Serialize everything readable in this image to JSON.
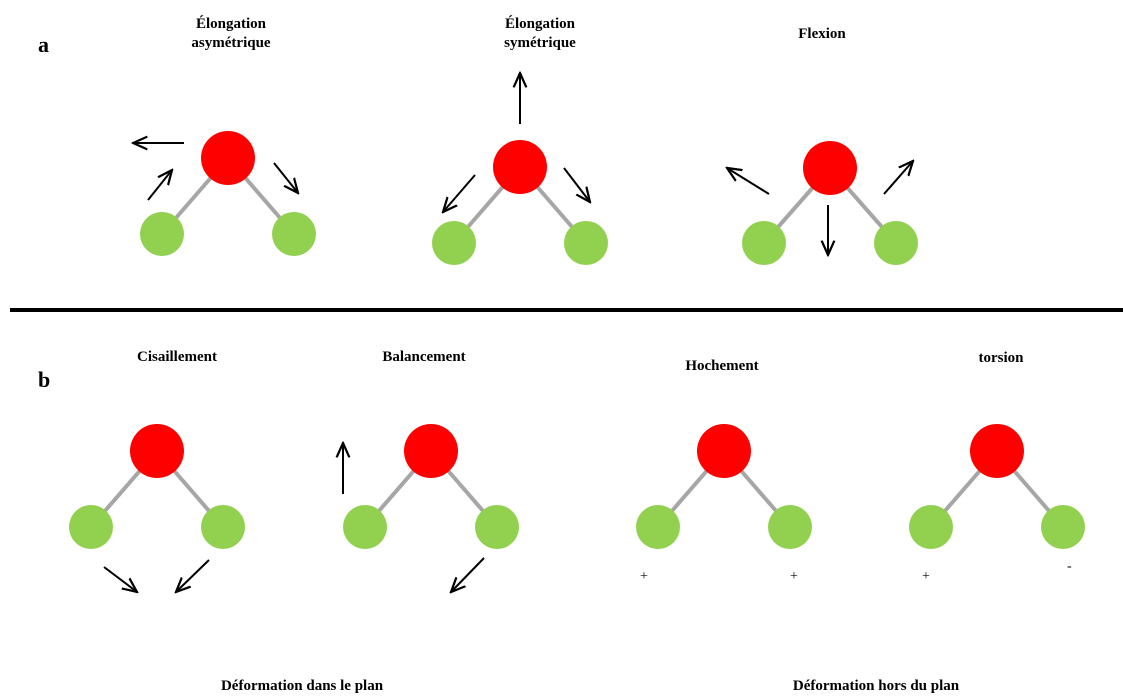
{
  "colors": {
    "oxygen": "#ff0000",
    "hydrogen": "#92d050",
    "bond": "#a6a6a6",
    "arrow": "#000000",
    "divider": "#000000"
  },
  "panel_a": {
    "letter": "a",
    "modes": [
      {
        "title": "Élongation\nasymétrique"
      },
      {
        "title": "Élongation\nsymétrique"
      },
      {
        "title": "Flexion"
      }
    ]
  },
  "panel_b": {
    "letter": "b",
    "modes": [
      {
        "title": "Cisaillement"
      },
      {
        "title": "Balancement"
      },
      {
        "title": "Hochement",
        "signs": [
          "+",
          "+"
        ]
      },
      {
        "title": "torsion",
        "signs": [
          "+",
          "-"
        ]
      }
    ],
    "group_labels": [
      "Déformation dans le plan",
      "Déformation hors du plan"
    ]
  }
}
